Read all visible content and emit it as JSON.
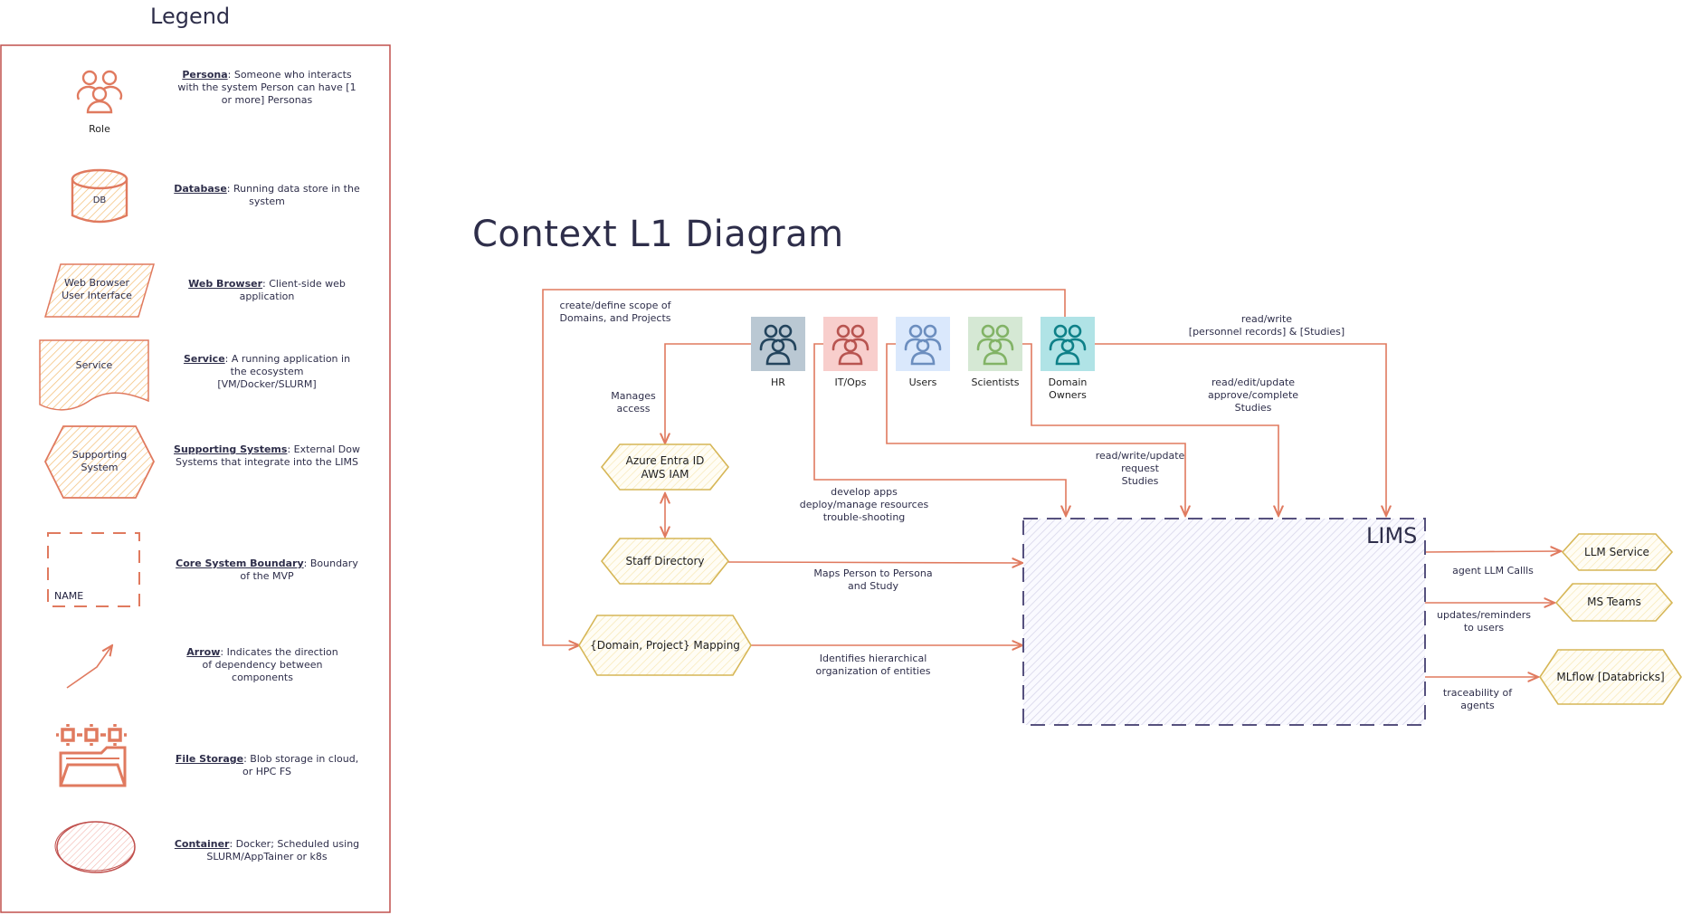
{
  "legend": {
    "title": "Legend",
    "items": [
      {
        "shape_label": "Role",
        "term": "Persona",
        "description": ": Someone who interacts with the system Person can have [1 or more] Personas"
      },
      {
        "shape_label": "DB",
        "term": "Database",
        "description": ": Running data store in the system"
      },
      {
        "shape_label": "Web Browser User Interface",
        "term": "Web Browser",
        "description": ": Client-side web application"
      },
      {
        "shape_label": "Service",
        "term": "Service",
        "description": ": A running application in the ecosystem [VM/Docker/SLURM]"
      },
      {
        "shape_label": "Supporting System",
        "term": "Supporting Systems",
        "description": ": External Dow Systems that integrate into the LIMS"
      },
      {
        "shape_label": "NAME",
        "term": "Core System Boundary",
        "description": ": Boundary of the MVP"
      },
      {
        "shape_label": "",
        "term": "Arrow",
        "description": ": Indicates the direction of dependency between components"
      },
      {
        "shape_label": "",
        "term": "File Storage",
        "description": ": Blob storage in cloud, or HPC FS"
      },
      {
        "shape_label": "",
        "term": "Container",
        "description": ": Docker; Scheduled using SLURM/AppTainer or k8s"
      }
    ]
  },
  "diagram": {
    "title": "Context L1 Diagram",
    "personas": [
      {
        "label": "HR",
        "icon": "users-group-icon",
        "bg": "#bac8d3",
        "stroke": "#23445d"
      },
      {
        "label": "IT/Ops",
        "icon": "users-group-icon",
        "bg": "#f8cecc",
        "stroke": "#b85450"
      },
      {
        "label": "Users",
        "icon": "users-group-icon",
        "bg": "#dae8fc",
        "stroke": "#6c8ebf"
      },
      {
        "label": "Scientists",
        "icon": "users-group-icon",
        "bg": "#d5e8d4",
        "stroke": "#82b366"
      },
      {
        "label": "Domain Owners",
        "icon": "users-group-icon",
        "bg": "#b0e3e6",
        "stroke": "#0e8088"
      }
    ],
    "supporting_systems": {
      "azure": "Azure Entra ID\nAWS IAM",
      "staff_directory": "Staff Directory",
      "mapping": "{Domain, Project} Mapping",
      "llm": "LLM Service",
      "teams": "MS Teams",
      "mlflow": "MLflow [Databricks]"
    },
    "core_system": "LIMS",
    "edge_labels": {
      "create_scope": "create/define scope of\nDomains, and Projects",
      "manages_access": "Manages\naccess",
      "develop_apps": "develop apps\ndeploy/manage resources\ntrouble-shooting",
      "rwu_request": "read/write/update\nrequest\nStudies",
      "read_edit_update": "read/edit/update\napprove/complete\nStudies",
      "read_write_records": "read/write\n[personnel records] & [Studies]",
      "maps_person": "Maps Person to Persona\nand Study",
      "identifies": "Identifies hierarchical\norganization of entities",
      "agent_llm": "agent LLM Callls",
      "updates_reminders": "updates/reminders\nto users",
      "traceability": "traceability of\nagents"
    },
    "colors": {
      "arrow": "#e07a5f",
      "legend_stroke": "#e07a5f",
      "system_stroke": "#d6b656",
      "system_fill": "#fff2cc",
      "lims_stroke": "#56517e",
      "lims_fill": "#d0cee2",
      "text": "#2e2e4a"
    }
  }
}
